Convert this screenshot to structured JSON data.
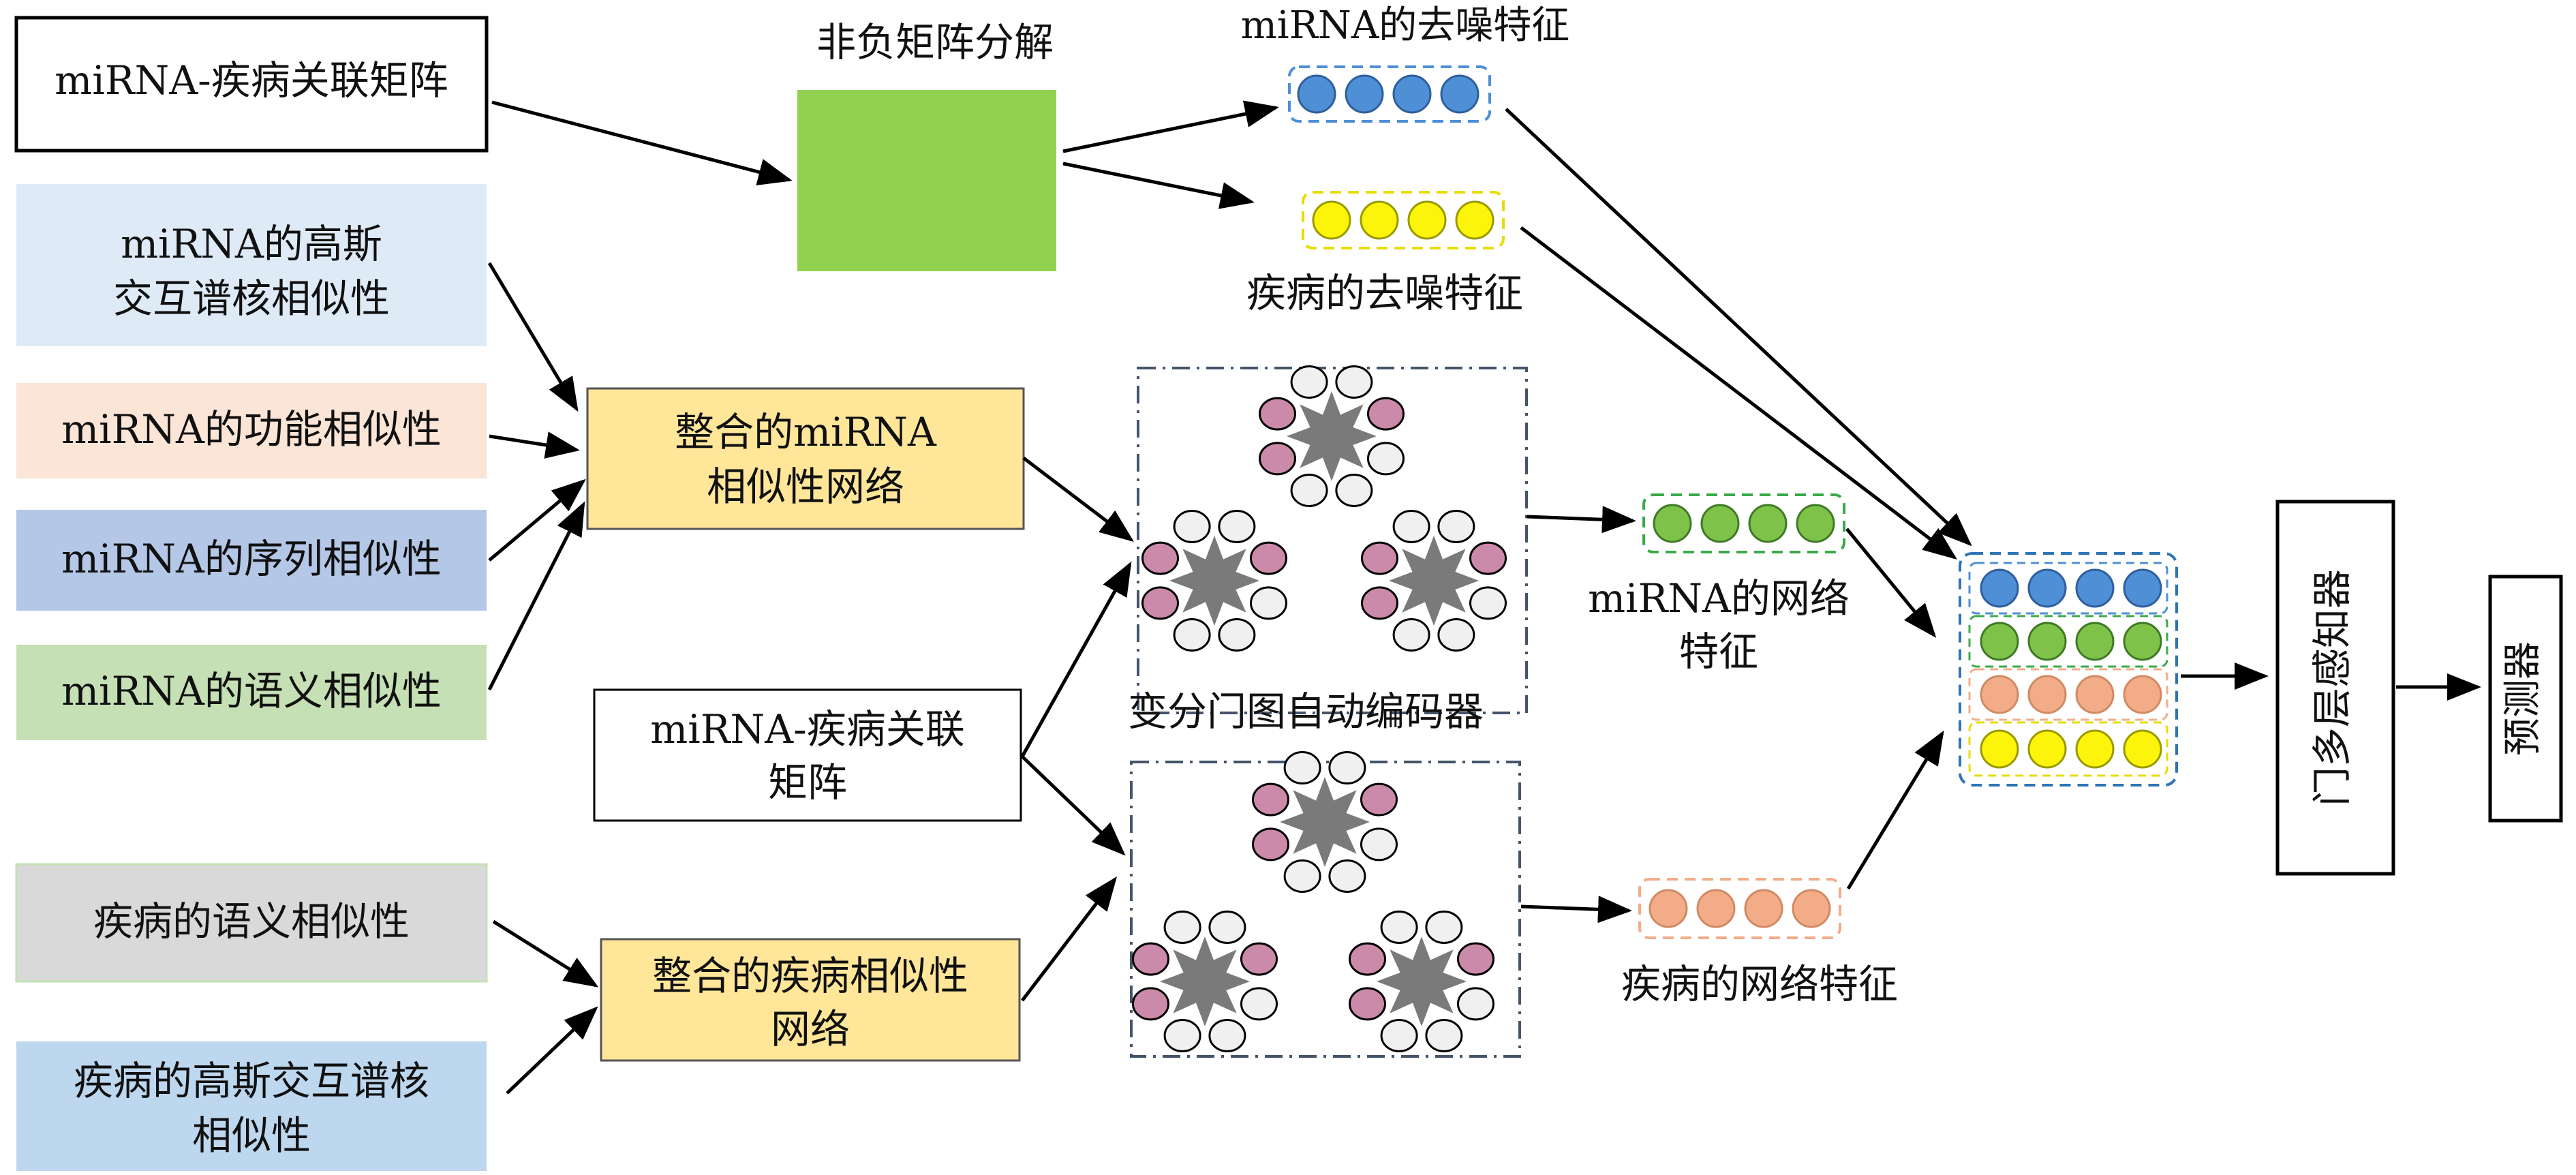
{
  "inputs": {
    "mirna_disease_matrix": "miRNA-疾病关联矩阵",
    "mirna_gip_line1": "miRNA的高斯",
    "mirna_gip_line2": "交互谱核相似性",
    "mirna_functional": "miRNA的功能相似性",
    "mirna_sequence": "miRNA的序列相似性",
    "mirna_semantic": "miRNA的语义相似性",
    "disease_semantic": "疾病的语义相似性",
    "disease_gip_line1": "疾病的高斯交互谱核",
    "disease_gip_line2": "相似性",
    "mirna_disease_matrix2_line1": "miRNA-疾病关联",
    "mirna_disease_matrix2_line2": "矩阵"
  },
  "integration": {
    "mirna_net_line1": "整合的miRNA",
    "mirna_net_line2": "相似性网络",
    "disease_net_line1": "整合的疾病相似性",
    "disease_net_line2": "网络"
  },
  "nmf": {
    "label": "非负矩阵分解"
  },
  "features": {
    "mirna_denoise": "miRNA的去噪特征",
    "disease_denoise": "疾病的去噪特征",
    "mirna_network_line1": "miRNA的网络",
    "mirna_network_line2": "特征",
    "disease_network": "疾病的网络特征"
  },
  "vgae": {
    "label": "变分门图自动编码器"
  },
  "classifier": {
    "gated_mlp": "门多层感知器",
    "predictor": "预测器"
  },
  "colors": {
    "blue": "#4f8fd6",
    "yellow": "#fcf40a",
    "green": "#7fc24a",
    "orange": "#f2ad88",
    "nmf_green": "#92d050",
    "node_pink": "#cc8aaa",
    "node_white": "#f0f0f0",
    "hub_gray": "#7a7a7a",
    "box_yellow": "#ffe699",
    "box_light_blue": "#deebf7",
    "box_peach": "#fbe5d6",
    "box_steel": "#b4c7e7",
    "box_green": "#c5e0b4",
    "box_gray": "#d9d9d9",
    "box_blue": "#bdd7ee"
  }
}
